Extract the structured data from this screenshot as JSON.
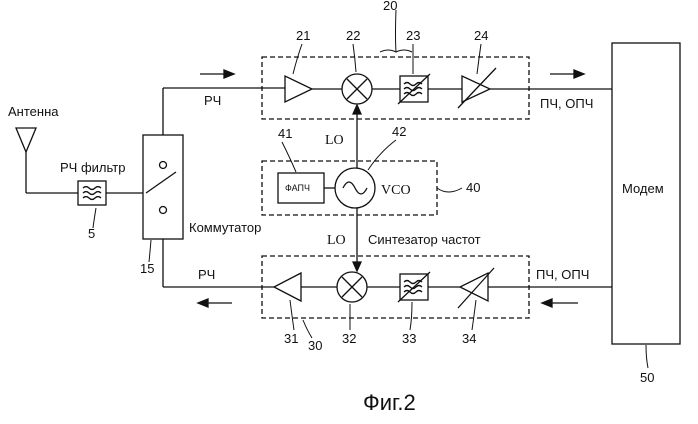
{
  "labels": {
    "antenna": "Антенна",
    "rf_filter": "РЧ фильтр",
    "switch": "Коммутатор",
    "modem": "Модем",
    "pll": "ФАПЧ",
    "vco": "VCO",
    "lo_top": "LO",
    "lo_bottom": "LO",
    "freq_synth": "Синтезатор частот",
    "rf_top": "РЧ",
    "rf_bottom": "РЧ",
    "if_top": "ПЧ, ОПЧ",
    "if_bottom": "ПЧ, ОПЧ",
    "caption": "Фиг.2"
  },
  "refs": {
    "n5": "5",
    "n15": "15",
    "n20": "20",
    "n21": "21",
    "n22": "22",
    "n23": "23",
    "n24": "24",
    "n30": "30",
    "n31": "31",
    "n32": "32",
    "n33": "33",
    "n34": "34",
    "n40": "40",
    "n41": "41",
    "n42": "42",
    "n50": "50"
  }
}
